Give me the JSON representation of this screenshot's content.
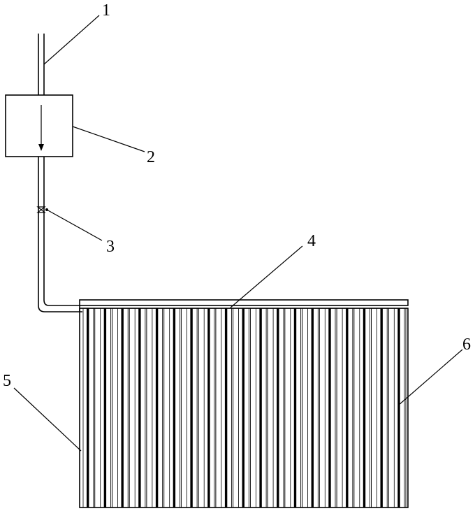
{
  "labels": {
    "l1": "1",
    "l2": "2",
    "l3": "3",
    "l4": "4",
    "l5": "5",
    "l6": "6"
  },
  "panel": {
    "tube_count": 19
  },
  "colors": {
    "ink": "#000000",
    "background": "#ffffff"
  }
}
